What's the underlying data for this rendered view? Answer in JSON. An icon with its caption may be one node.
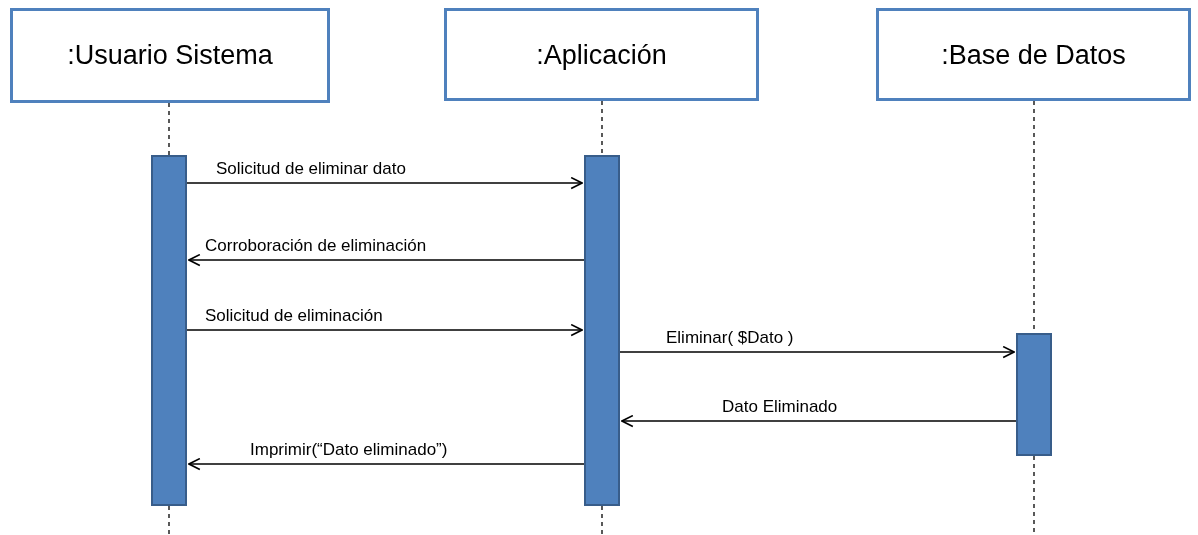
{
  "diagram": {
    "nodes": [
      {
        "text": [
          ":Usuario Sistema"
        ]
      },
      {
        "text": [
          ":Aplicación"
        ]
      },
      {
        "text": [
          ":Base de Datos"
        ]
      },
      {
        "text": [],
        "shape": "bar"
      },
      {
        "text": [],
        "shape": "bar"
      },
      {
        "text": [],
        "shape": "bar"
      }
    ],
    "edges": [
      {
        "from": 0,
        "to": 3,
        "arrow": "none",
        "style": "dashed"
      },
      {
        "from": 3,
        "to": null,
        "arrow": "none",
        "style": "dashed"
      },
      {
        "from": 1,
        "to": 4,
        "arrow": "none",
        "style": "dashed"
      },
      {
        "from": 4,
        "to": null,
        "arrow": "none",
        "style": "dashed"
      },
      {
        "from": 2,
        "to": 5,
        "arrow": "none",
        "style": "dashed"
      },
      {
        "from": 5,
        "to": null,
        "arrow": "none",
        "style": "dashed"
      },
      {
        "from": 3,
        "to": 4,
        "arrow": "to",
        "label": "Solicitud de eliminar dato"
      },
      {
        "from": 4,
        "to": 3,
        "arrow": "to",
        "label": "Corroboración de eliminación"
      },
      {
        "from": 3,
        "to": 4,
        "arrow": "to",
        "label": "Solicitud de eliminación"
      },
      {
        "from": 4,
        "to": 5,
        "arrow": "to",
        "label": "Eliminar( $Dato )"
      },
      {
        "from": 5,
        "to": 4,
        "arrow": "to",
        "label": "Dato Eliminado"
      },
      {
        "from": 4,
        "to": 3,
        "arrow": "to",
        "label": "Imprimir(“Dato eliminado”)"
      }
    ]
  }
}
